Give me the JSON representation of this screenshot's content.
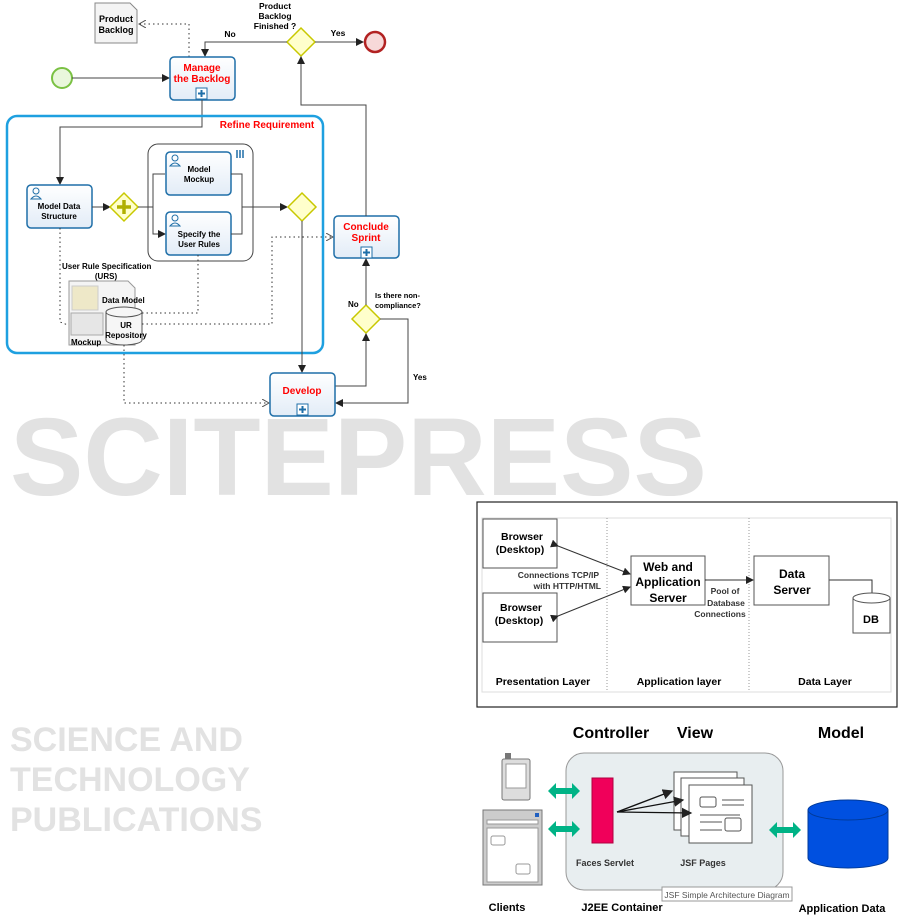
{
  "watermark": {
    "main": "SCITEPRESS",
    "sub": "SCIENCE AND TECHNOLOGY PUBLICATIONS"
  },
  "bpmn": {
    "product_backlog": [
      "Product",
      "Backlog"
    ],
    "gateway_finished": [
      "Product",
      "Backlog",
      "Finished ?"
    ],
    "no_top": "No",
    "yes_top": "Yes",
    "manage_backlog": [
      "Manage",
      "the  Backlog"
    ],
    "refine_requirement": "Refine Requirement",
    "model_data_structure": [
      "Model Data",
      "Structure"
    ],
    "model_mockup": [
      "Model",
      "Mockup"
    ],
    "specify_user_rules": [
      "Specify the",
      "User Rules"
    ],
    "conclude_sprint": [
      "Conclude",
      "Sprint"
    ],
    "non_compliance": [
      "Is there non-",
      "compliance?"
    ],
    "no_right": "No",
    "yes_right": "Yes",
    "develop": "Develop",
    "urs": [
      "User Rule  Specification",
      "(URS)"
    ],
    "data_model": "Data Model",
    "ur_repository": [
      "UR",
      "Repository"
    ],
    "mockup": "Mockup",
    "colors": {
      "task_title": "#ff0000",
      "border": "#1f6fa8",
      "pool": "#1ea0e0",
      "gateway": "#c8c800",
      "start": "#7ac143",
      "end": "#b22222"
    }
  },
  "layers": {
    "browser1": [
      "Browser",
      "(Desktop)"
    ],
    "browser2": [
      "Browser",
      "(Desktop)"
    ],
    "connections": [
      "Connections  TCP/IP",
      "with HTTP/HTML"
    ],
    "web_app_server": [
      "Web and",
      "Application",
      "Server"
    ],
    "pool": [
      "Pool of",
      "Database",
      "Connections"
    ],
    "data_server": [
      "Data",
      "Server"
    ],
    "db": "DB",
    "presentation_layer": "Presentation Layer",
    "application_layer": "Application layer",
    "data_layer": "Data Layer"
  },
  "jsf": {
    "controller": "Controller",
    "view": "View",
    "model": "Model",
    "faces_servlet": "Faces Servlet",
    "jsf_pages": "JSF Pages",
    "tooltip": "JSF Simple Architecture Diagram",
    "clients": "Clients",
    "container": "J2EE Container",
    "application_data": "Application Data",
    "colors": {
      "servlet": "#f0005a",
      "arrow": "#00b386",
      "database": "#0050e0",
      "container": "#e8eef0"
    }
  }
}
